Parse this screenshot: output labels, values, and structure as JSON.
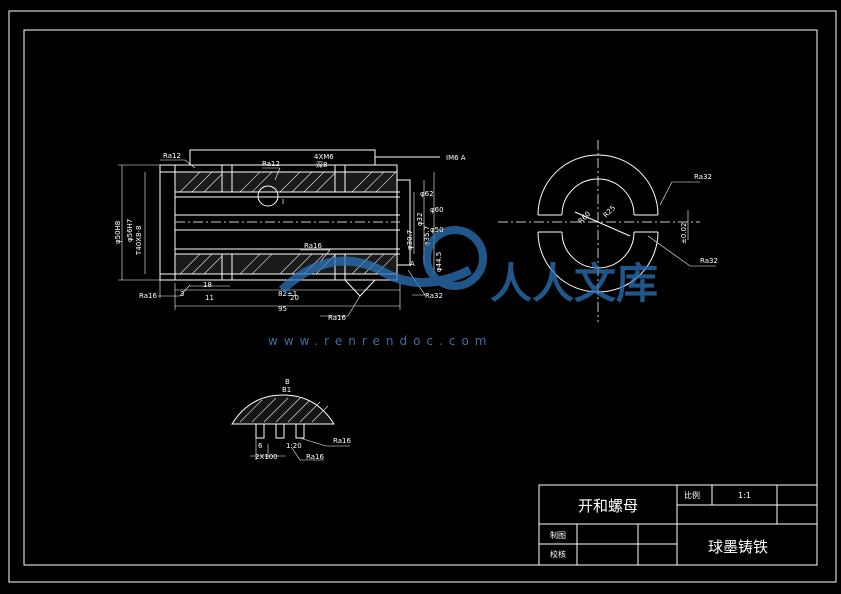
{
  "title_block": {
    "part_name": "开和螺母",
    "scale_label": "比例",
    "scale_value": "1:1",
    "drawn_label": "制图",
    "checked_label": "校核",
    "material": "球墨铸铁"
  },
  "annotations": {
    "roughness": [
      "Ra12",
      "Ra12",
      "Ra16",
      "Ra16",
      "Ra16",
      "Ra32",
      "Ra32",
      "Ra32",
      "Ra16",
      "Ra16"
    ],
    "dims": [
      "4XM6",
      "深8",
      "IM6 A",
      "T40X8-8",
      "φ50H8",
      "φ56H7",
      "φ30.7",
      "φ32",
      "φ35.7",
      "φ44.5",
      "φ50",
      "φ60",
      "φ62",
      "18",
      "3",
      "82±1",
      "95",
      "11",
      "20",
      "R60",
      "R25",
      "±0.02",
      "B",
      "B1",
      "2X100",
      "6",
      "1:20",
      "A",
      "I"
    ]
  },
  "watermark": {
    "brand": "人人文库",
    "url": "www.renrendoc.com"
  }
}
